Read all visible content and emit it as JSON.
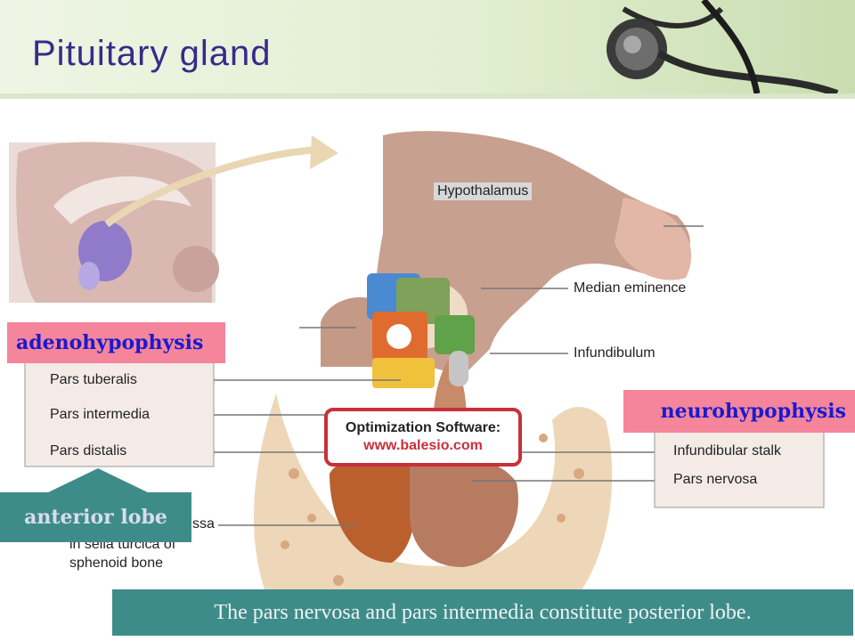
{
  "slide": {
    "title": "Pituitary gland",
    "footer_text": "The pars nervosa and pars intermedia constitute posterior lobe."
  },
  "labels": {
    "hypothalamus": "Hypothalamus",
    "median_eminence": "Median eminence",
    "infundibulum": "Infundibulum",
    "pars_tuberalis": "Pars tuberalis",
    "pars_intermedia": "Pars intermedia",
    "pars_distalis": "Pars distalis",
    "infundibular_stalk": "Infundibular stalk",
    "pars_nervosa": "Pars nervosa",
    "fossa_partial": "ssa",
    "sella_line": "in sella turcica of",
    "sphenoid_line": "sphenoid bone"
  },
  "tags": {
    "adenohypophysis": "adenohypophysis",
    "neurohypophysis": "neurohypophysis",
    "anterior_lobe": "anterior lobe"
  },
  "watermark": {
    "line1": "Optimization Software:",
    "line2": "www.balesio.com"
  },
  "colors": {
    "title": "#3a2a8a",
    "tag_pink": "#f4859a",
    "tag_text_blue": "#1a1ad0",
    "teal": "#3e8c8a",
    "watermark_red": "#c8303a"
  }
}
